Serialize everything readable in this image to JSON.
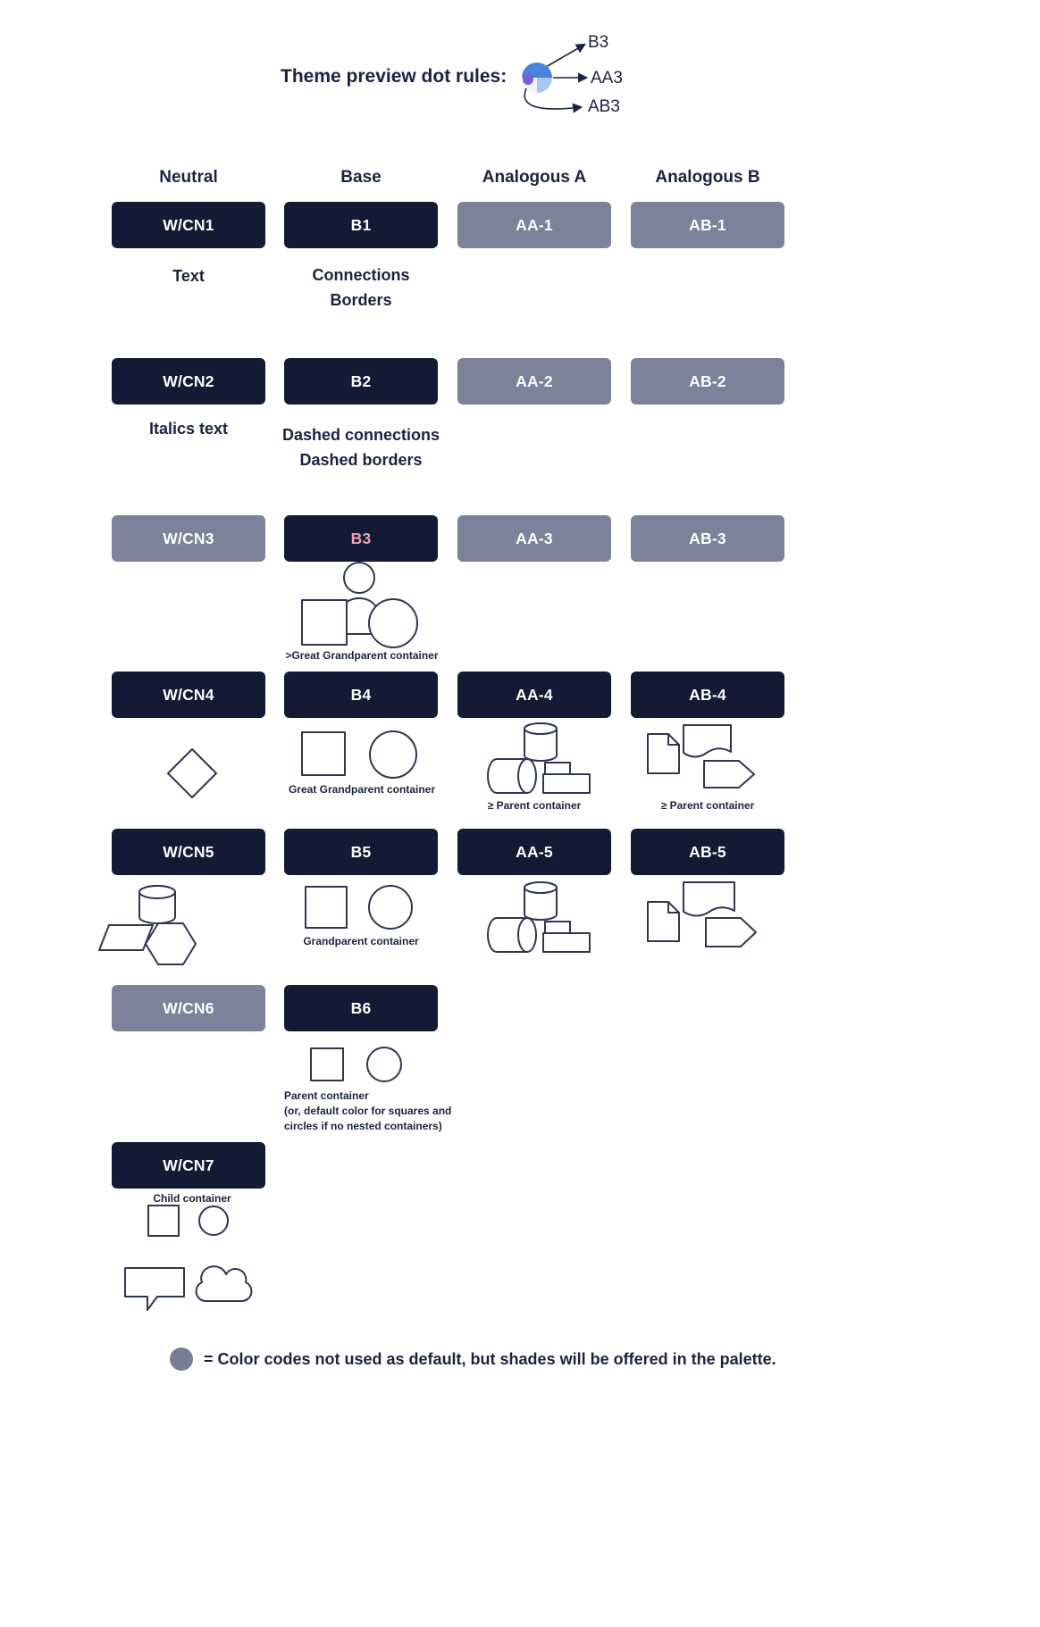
{
  "header": {
    "title": "Theme preview dot rules:",
    "labels": {
      "b3": "B3",
      "aa3": "AA3",
      "ab3": "AB3"
    }
  },
  "columns": {
    "neutral": "Neutral",
    "base": "Base",
    "analogous_a": "Analogous A",
    "analogous_b": "Analogous B"
  },
  "pills": {
    "wcn1": "W/CN1",
    "wcn2": "W/CN2",
    "wcn3": "W/CN3",
    "wcn4": "W/CN4",
    "wcn5": "W/CN5",
    "wcn6": "W/CN6",
    "wcn7": "W/CN7",
    "b1": "B1",
    "b2": "B2",
    "b3": "B3",
    "b4": "B4",
    "b5": "B5",
    "b6": "B6",
    "aa1": "AA-1",
    "aa2": "AA-2",
    "aa3": "AA-3",
    "aa4": "AA-4",
    "aa5": "AA-5",
    "ab1": "AB-1",
    "ab2": "AB-2",
    "ab3": "AB-3",
    "ab4": "AB-4",
    "ab5": "AB-5"
  },
  "captions": {
    "wcn1": "Text",
    "b1_line1": "Connections",
    "b1_line2": "Borders",
    "wcn2": "Italics text",
    "b2_line1": "Dashed connections",
    "b2_line2": "Dashed borders",
    "b3": ">Great Grandparent container",
    "b4": "Great Grandparent container",
    "aa4": "≥ Parent container",
    "ab4": "≥ Parent container",
    "b5": "Grandparent container",
    "b6_line1": "Parent container",
    "b6_line2": "(or, default color for squares and circles if no nested containers)",
    "wcn7": "Child container"
  },
  "legend": {
    "text": "= Color codes not used as default, but shades will be offered in the palette."
  },
  "colors": {
    "dark_navy": "#131a34",
    "slate_gray": "#7b8299",
    "b3_pink": "#e8a2b8",
    "ink": "#1b2340",
    "shape_stroke": "#2e3752",
    "dot_blue": "#4a82e0",
    "dot_light_blue": "#a9c7f2",
    "dot_lavender": "#7a5fd3"
  }
}
